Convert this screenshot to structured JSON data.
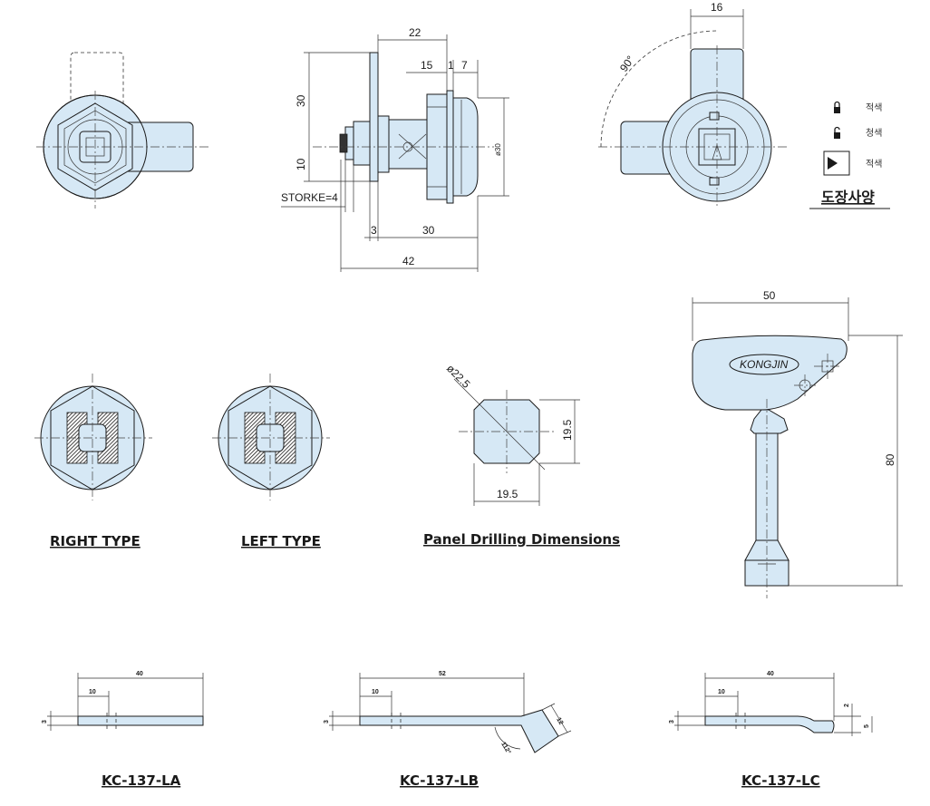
{
  "top": {
    "front_view": {},
    "side_view": {
      "dim_22": "22",
      "dim_15": "15",
      "dim_1": "1",
      "dim_7": "7",
      "dim_30v": "30",
      "dim_10v": "10",
      "dim_phi30": "ø30",
      "stroke": "STORKE=4",
      "dim_3": "3",
      "dim_30h": "30",
      "dim_42": "42"
    },
    "rear_view": {
      "dim_16": "16",
      "angle_90": "90°"
    },
    "paint_spec": {
      "title": "도장사양",
      "items": [
        {
          "icon": "lock-closed-icon",
          "label": "적색"
        },
        {
          "icon": "lock-open-icon",
          "label": "청색"
        },
        {
          "icon": "flag-icon",
          "label": "적색"
        }
      ]
    }
  },
  "middle": {
    "right_type": "RIGHT TYPE",
    "left_type": "LEFT TYPE",
    "panel_drilling": {
      "title": "Panel Drilling Dimensions",
      "diameter": "ø22.5",
      "height": "19.5",
      "width": "19.5"
    },
    "key": {
      "brand": "KONGJIN",
      "width": "50",
      "height": "80"
    }
  },
  "cams": [
    {
      "model": "KC-137-LA",
      "len": "40",
      "off": "10",
      "thick": "3"
    },
    {
      "model": "KC-137-LB",
      "len": "52",
      "off": "10",
      "thick": "3",
      "angle": "112°",
      "tip": "12"
    },
    {
      "model": "KC-137-LC",
      "len": "40",
      "off": "10",
      "thick": "3",
      "d2": "2",
      "d5": "5"
    }
  ]
}
